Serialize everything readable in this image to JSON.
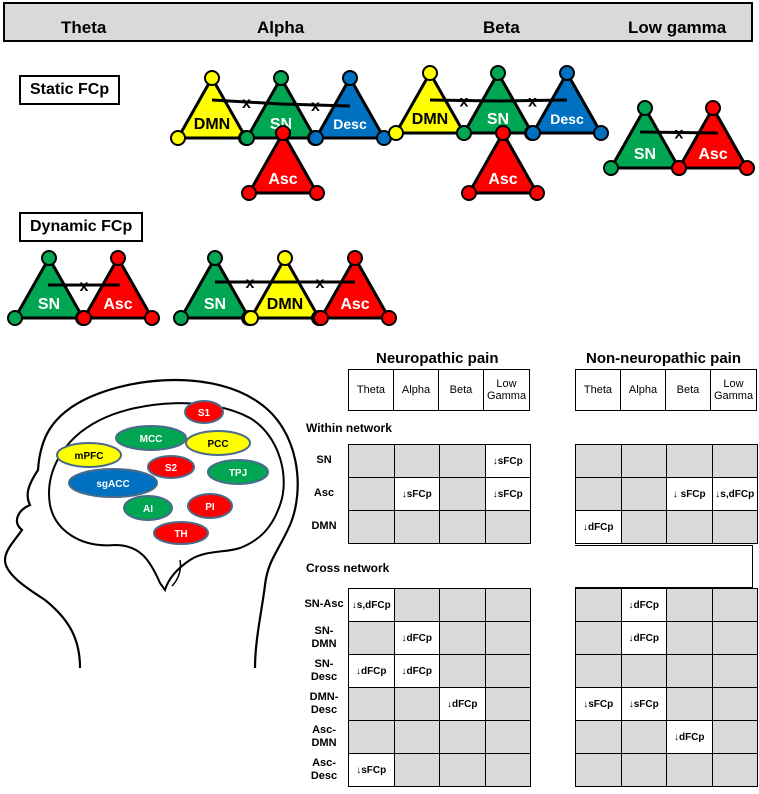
{
  "bands": [
    "Theta",
    "Alpha",
    "Beta",
    "Low gamma"
  ],
  "labels": {
    "static": "Static FCp",
    "dynamic": "Dynamic FCp"
  },
  "colors": {
    "DMN": "#ffff00",
    "SN": "#00a651",
    "Desc": "#0070c0",
    "Asc": "#ff0000",
    "grey": "#d9d9d9"
  },
  "networks": {
    "DMN": "DMN",
    "SN": "SN",
    "Desc": "Desc",
    "Asc": "Asc"
  },
  "brain_regions": [
    "S1",
    "MCC",
    "PCC",
    "mPFC",
    "S2",
    "TPJ",
    "sgACC",
    "AI",
    "PI",
    "TH"
  ],
  "tables": {
    "titles": [
      "Neuropathic pain",
      "Non-neuropathic pain"
    ],
    "col_headers": [
      "Theta",
      "Alpha",
      "Beta",
      "Low Gamma"
    ],
    "sections": [
      "Within network",
      "Cross network"
    ],
    "within_rows": [
      "SN",
      "Asc",
      "DMN"
    ],
    "cross_rows": [
      "SN-Asc",
      "SN- DMN",
      "SN- Desc",
      "DMN- Desc",
      "Asc- DMN",
      "Asc- Desc"
    ],
    "neuropathic": {
      "within": [
        [
          "",
          "",
          "",
          "↓sFCp"
        ],
        [
          "",
          "↓sFCp",
          "",
          "↓sFCp"
        ],
        [
          "",
          "",
          "",
          ""
        ]
      ],
      "cross": [
        [
          "↓s,dFCp",
          "",
          "",
          ""
        ],
        [
          "",
          "↓dFCp",
          "",
          ""
        ],
        [
          "↓dFCp",
          "↓dFCp",
          "",
          ""
        ],
        [
          "",
          "",
          "↓dFCp",
          ""
        ],
        [
          "",
          "",
          "",
          ""
        ],
        [
          "↓sFCp",
          "",
          "",
          ""
        ]
      ]
    },
    "non_neuropathic": {
      "within": [
        [
          "",
          "",
          "",
          ""
        ],
        [
          "",
          "",
          "↓ sFCp",
          "↓s,dFCp"
        ],
        [
          "↓dFCp",
          "",
          "",
          ""
        ]
      ],
      "cross": [
        [
          "",
          "↓dFCp",
          "",
          ""
        ],
        [
          "",
          "↓dFCp",
          "",
          ""
        ],
        [
          "",
          "",
          "",
          ""
        ],
        [
          "↓sFCp",
          "↓sFCp",
          "",
          ""
        ],
        [
          "",
          "",
          "↓dFCp",
          ""
        ],
        [
          "",
          "",
          "",
          ""
        ]
      ]
    }
  }
}
